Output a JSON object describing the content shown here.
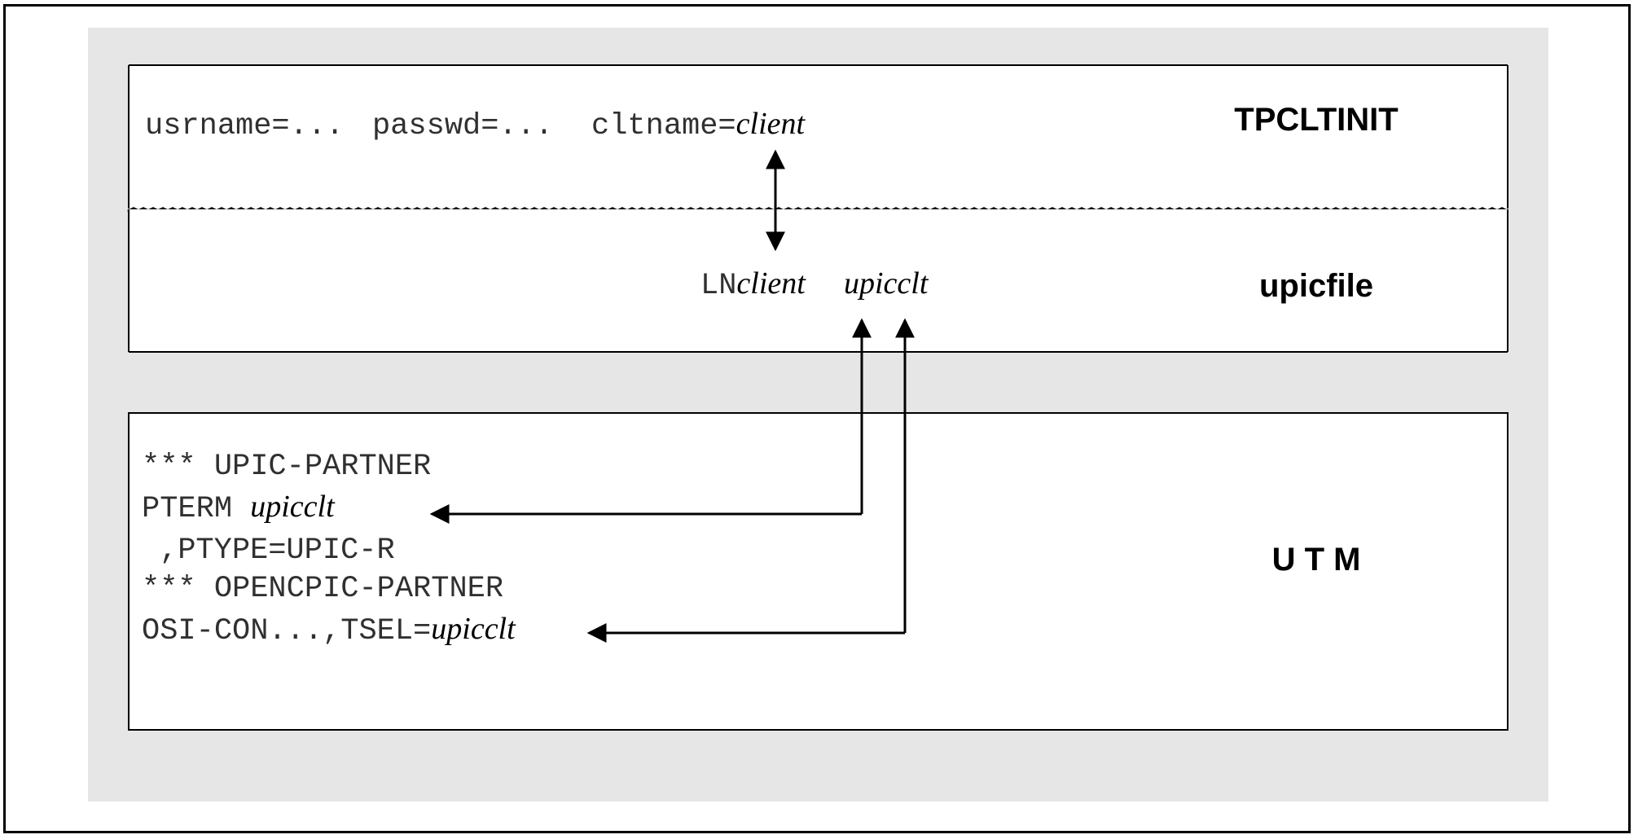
{
  "colors": {
    "background": "#e6e6e6",
    "panel": "#ffffff",
    "line": "#000000",
    "code_text": "#303030"
  },
  "tpcltinit": {
    "label": "TPCLTINIT",
    "usrname": "usrname=...",
    "passwd": "passwd=...",
    "cltname_key": "cltname=",
    "cltname_value": "client"
  },
  "upicfile": {
    "label": "upicfile",
    "ln_prefix": "LN",
    "ln_value": "client",
    "partner": "upicclt"
  },
  "utm": {
    "label": "U T M",
    "comment_upic": "*** UPIC-PARTNER",
    "pterm_key": "PTERM ",
    "pterm_value": "upicclt",
    "ptype": ",PTYPE=UPIC-R",
    "comment_opencpic": "*** OPENCPIC-PARTNER",
    "osi_key": "OSI-CON...,TSEL=",
    "osi_value": "upicclt"
  }
}
